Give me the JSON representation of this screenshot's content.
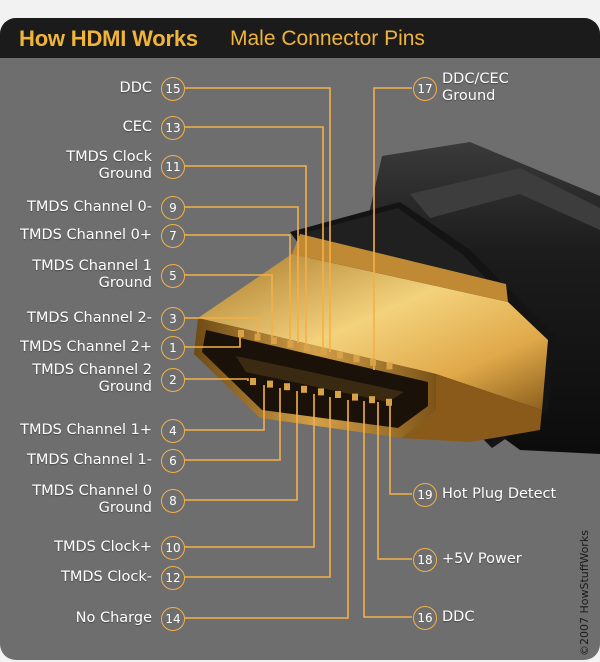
{
  "title": {
    "main": "How HDMI Works",
    "sub": "Male Connector Pins"
  },
  "copyright": "©2007 HowStuffWorks",
  "colors": {
    "background": "#6e6e6e",
    "header": "#1b1b1b",
    "accent": "#f0b43a",
    "leader_line": "#f3b04a",
    "cable": "#181818",
    "gold": "#e7b64e"
  },
  "pins_left": [
    {
      "pin": "15",
      "line1": "DDC",
      "line2": ""
    },
    {
      "pin": "13",
      "line1": "CEC",
      "line2": ""
    },
    {
      "pin": "11",
      "line1": "TMDS Clock",
      "line2": "Ground"
    },
    {
      "pin": "9",
      "line1": "TMDS Channel 0-",
      "line2": ""
    },
    {
      "pin": "7",
      "line1": "TMDS Channel 0+",
      "line2": ""
    },
    {
      "pin": "5",
      "line1": "TMDS Channel 1",
      "line2": "Ground"
    },
    {
      "pin": "3",
      "line1": "TMDS Channel 2-",
      "line2": ""
    },
    {
      "pin": "1",
      "line1": "TMDS Channel 2+",
      "line2": ""
    },
    {
      "pin": "2",
      "line1": "TMDS Channel 2",
      "line2": "Ground"
    },
    {
      "pin": "4",
      "line1": "TMDS Channel 1+",
      "line2": ""
    },
    {
      "pin": "6",
      "line1": "TMDS Channel 1-",
      "line2": ""
    },
    {
      "pin": "8",
      "line1": "TMDS Channel 0",
      "line2": "Ground"
    },
    {
      "pin": "10",
      "line1": "TMDS Clock+",
      "line2": ""
    },
    {
      "pin": "12",
      "line1": "TMDS Clock-",
      "line2": ""
    },
    {
      "pin": "14",
      "line1": "No Charge",
      "line2": ""
    }
  ],
  "pins_right": [
    {
      "pin": "17",
      "line1": "DDC/CEC",
      "line2": "Ground"
    },
    {
      "pin": "19",
      "line1": "Hot Plug Detect",
      "line2": ""
    },
    {
      "pin": "18",
      "line1": "+5V Power",
      "line2": ""
    },
    {
      "pin": "16",
      "line1": "DDC",
      "line2": ""
    }
  ]
}
